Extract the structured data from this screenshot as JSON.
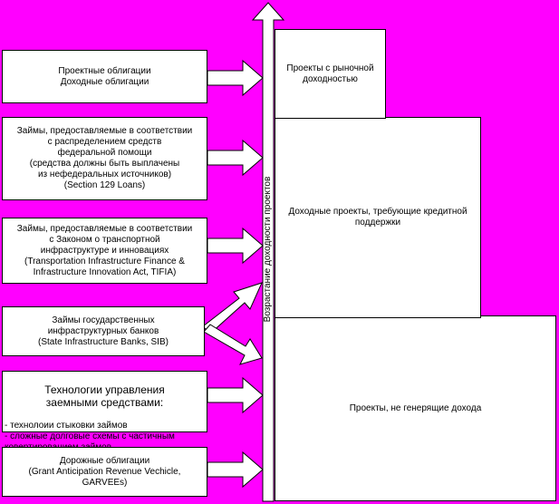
{
  "colors": {
    "background": "#ff00ff",
    "box_fill": "#ffffff",
    "stroke": "#000000"
  },
  "instruments": [
    {
      "text": "Проектные облигации\nДоходные облигации"
    },
    {
      "text": "Займы, предоставляемые в соответствии\nс распределением средств\nфедеральной помощи\n(средства должны быть выплачены\nиз нефедеральных источников)\n(Section 129 Loans)"
    },
    {
      "text": "Займы, предоставляемые в соответствии\nс Законом о транспортной\nинфраструктуре и инновациях\n(Transportation Infrastructure Finance &\nInfrastructure Innovation Act, TIFIA)"
    },
    {
      "text": "Займы государственных\nинфраструктурных банков\n(State Infrastructure Banks, SIB)"
    },
    {
      "title": "Технологии управления\nзаемными средствами:",
      "bullets": "- технолоии стыковки займов\n- сложные долговые схемы с частичным\n   ковертированием займов"
    },
    {
      "text": "Дорожные облигации\n(Grant Anticipation Revenue Vechicle,\nGARVEEs)"
    }
  ],
  "axis_label": "Возрастание доходности проектов",
  "projects": [
    {
      "text": "Проекты с рыночной\nдоходностью"
    },
    {
      "text": "Доходные проекты, требующие кредитной\nподдержки"
    },
    {
      "text": "Проекты, не генерящие дохода"
    }
  ]
}
